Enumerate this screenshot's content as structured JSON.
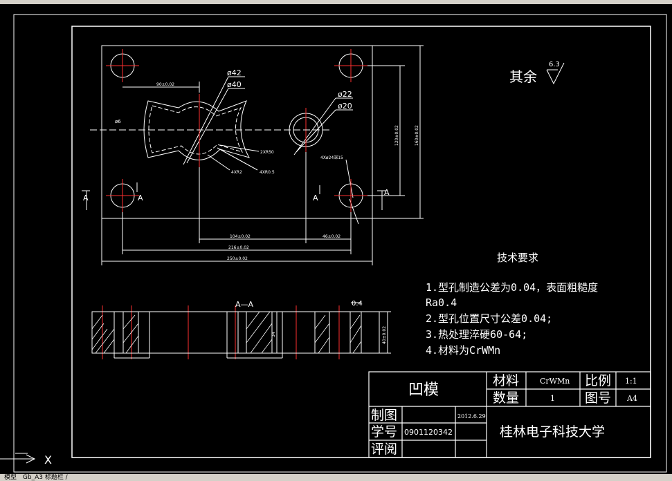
{
  "ui": {
    "ucs_axis_label": "X",
    "layout_tabs": [
      "模型",
      "Gb_A3 标题栏 /"
    ]
  },
  "colors": {
    "background": "#000000",
    "lines": "#ffffff",
    "centerlines": "#ff0000",
    "ui_chrome": "#d4d0c8"
  },
  "drawing": {
    "roughness_prefix": "其余",
    "roughness_value": "6.3",
    "section_label": "A—A",
    "section_dim": "0.4",
    "section_A_labels": [
      "A",
      "A",
      "A",
      "A"
    ],
    "dims": {
      "phi42": "ø42",
      "phi40": "ø40",
      "phi22": "ø22",
      "phi20": "ø20",
      "phi6": "ø6",
      "r50": "2XR50",
      "r2": "4XR2",
      "r05": "4XR0.5",
      "holes": "4Xø24深15",
      "d90": "90±0.02",
      "d104": "104±0.02",
      "d46": "46±0.02",
      "d216": "216±0.02",
      "d250": "250±0.02",
      "h120": "120±0.02",
      "h160": "160±0.02",
      "t40": "40±0.02",
      "t34": "34"
    }
  },
  "tech_requirements": {
    "title": "技术要求",
    "items": [
      "1.型孔制造公差为0.04，表面粗糙度",
      "Ra0.4",
      "2.型孔位置尺寸公差0.04;",
      "3.热处理淬硬60-64;",
      "4.材料为CrWMn"
    ]
  },
  "title_block": {
    "part_name": "凹模",
    "material_label": "材料",
    "material_value": "CrWMn",
    "quantity_label": "数量",
    "quantity_value": "1",
    "scale_label": "比例",
    "scale_value": "1:1",
    "drawing_no_label": "图号",
    "drawing_no_value": "A4",
    "drawn_label": "制图",
    "drawn_date": "2012.6.29",
    "student_id_label": "学号",
    "student_id_value": "0901120342",
    "review_label": "评阅",
    "school": "桂林电子科技大学"
  }
}
